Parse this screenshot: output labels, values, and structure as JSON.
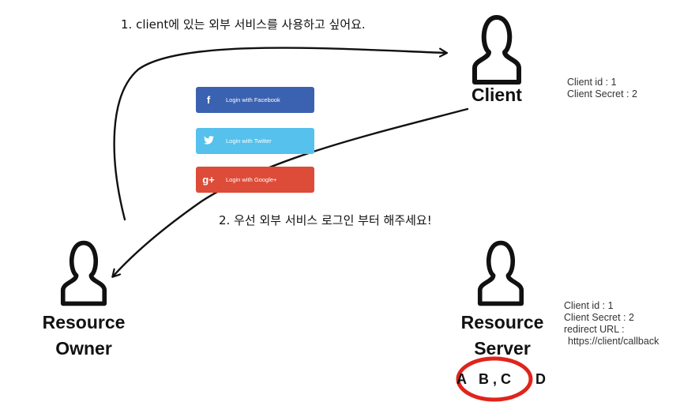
{
  "colors": {
    "facebook": "#3b62b0",
    "twitter": "#55c1ec",
    "google": "#dd4b39",
    "highlight": "#e0241b"
  },
  "steps": {
    "step1": "1. client에 있는 외부 서비스를 사용하고 싶어요.",
    "step2": "2. 우선 외부 서비스 로그인 부터 해주세요!"
  },
  "actors": {
    "client": {
      "label": "Client",
      "icon": "person-icon"
    },
    "resource_owner": {
      "line1": "Resource",
      "line2": "Owner",
      "icon": "person-icon"
    },
    "resource_server": {
      "line1": "Resource",
      "line2": "Server",
      "icon": "person-icon"
    }
  },
  "client_info": {
    "id": "Client id : 1",
    "secret": "Client Secret : 2"
  },
  "server_info": {
    "id": "Client id : 1",
    "secret": "Client Secret : 2",
    "redirect_label": "redirect URL :",
    "redirect_url": "https://client/callback"
  },
  "login_buttons": {
    "facebook": {
      "icon": "f",
      "label": "Login with Facebook"
    },
    "twitter": {
      "icon": "🐦",
      "label": "Login with Twitter"
    },
    "google": {
      "icon": "g+",
      "label": "Login with Google+"
    }
  },
  "options": {
    "a": "A",
    "bc": "B , C",
    "d": "D"
  }
}
